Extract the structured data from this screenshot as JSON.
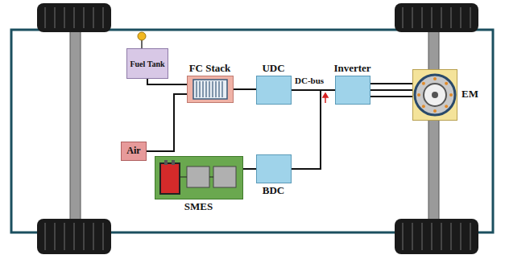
{
  "diagram": {
    "nodes": [
      {
        "text": [
          "Fuel Tank"
        ]
      },
      {
        "text": [
          "FC Stack"
        ]
      },
      {
        "text": [
          "UDC"
        ]
      },
      {
        "text": [
          "Inverter"
        ]
      },
      {
        "text": [
          "EM"
        ]
      },
      {
        "text": [
          "Air"
        ]
      },
      {
        "text": [
          "SMES"
        ]
      },
      {
        "text": [
          "BDC"
        ]
      }
    ],
    "edges": [
      {
        "from": 0,
        "to": 1,
        "arrow": "none"
      },
      {
        "from": 5,
        "to": 1,
        "arrow": "none"
      },
      {
        "from": 1,
        "to": 2,
        "arrow": "none"
      },
      {
        "from": 2,
        "to": 3,
        "arrow": "none"
      },
      {
        "from": 3,
        "to": 4,
        "arrow": "none"
      },
      {
        "from": 6,
        "to": 7,
        "arrow": "none"
      },
      {
        "from": 7,
        "to": 3,
        "arrow": "none"
      }
    ],
    "labels": [
      "DC-bus"
    ]
  }
}
